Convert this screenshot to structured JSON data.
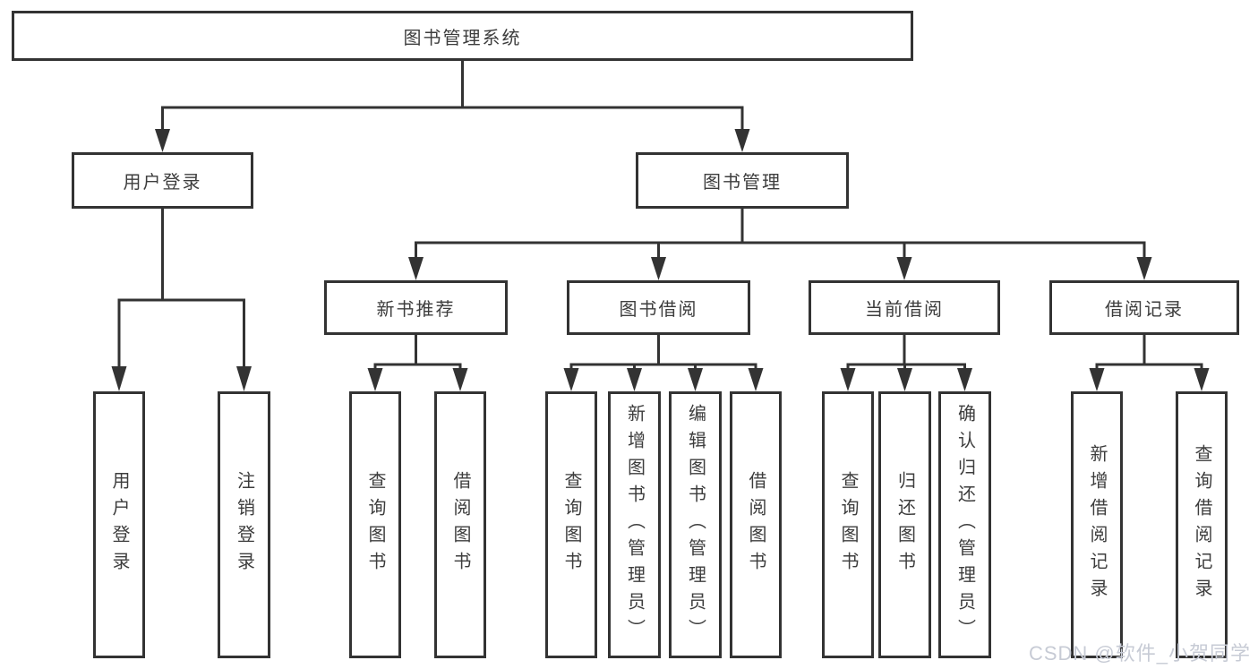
{
  "diagram": {
    "root": {
      "label": "图书管理系统"
    },
    "level2": [
      {
        "label": "用户登录"
      },
      {
        "label": "图书管理"
      }
    ],
    "level3": [
      {
        "label": "新书推荐"
      },
      {
        "label": "图书借阅"
      },
      {
        "label": "当前借阅"
      },
      {
        "label": "借阅记录"
      }
    ],
    "leaves": {
      "user_login": [
        {
          "label": "用户登录"
        },
        {
          "label": "注销登录"
        }
      ],
      "new_book_recommend": [
        {
          "label": "查询图书"
        },
        {
          "label": "借阅图书"
        }
      ],
      "book_borrow": [
        {
          "label": "查询图书"
        },
        {
          "label": "新增图书（管理员）"
        },
        {
          "label": "编辑图书（管理员）"
        },
        {
          "label": "借阅图书"
        }
      ],
      "current_borrow": [
        {
          "label": "查询图书"
        },
        {
          "label": "归还图书"
        },
        {
          "label": "确认归还（管理员）"
        }
      ],
      "borrow_records": [
        {
          "label": "新增借阅记录"
        },
        {
          "label": "查询借阅记录"
        }
      ]
    }
  },
  "watermark": {
    "text": "CSDN @软件_小贺同学"
  },
  "colors": {
    "line": "#333333",
    "box_border": "#333333",
    "text": "#3d3d3d",
    "watermark_text": "#c7cbd5",
    "background": "#ffffff"
  }
}
